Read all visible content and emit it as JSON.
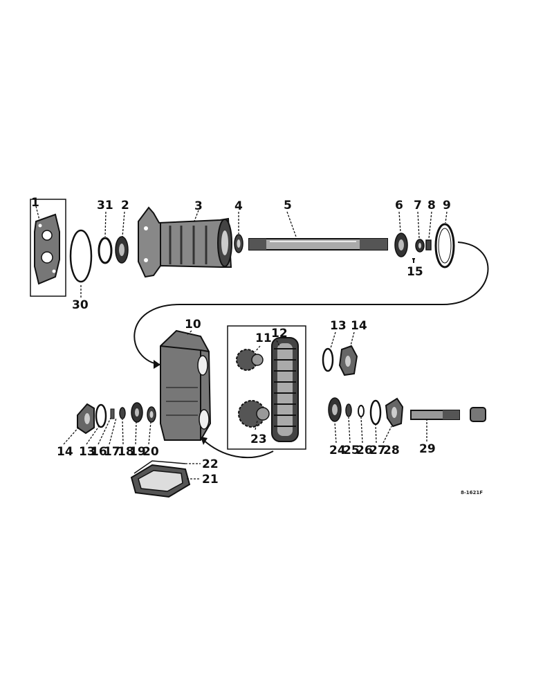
{
  "diagram": {
    "reference_code": "8-1621F",
    "callouts": {
      "c1": "1",
      "c2": "2",
      "c3": "3",
      "c4": "4",
      "c5": "5",
      "c6": "6",
      "c7": "7",
      "c8": "8",
      "c9": "9",
      "c10": "10",
      "c11": "11",
      "c12": "12",
      "c13a": "13",
      "c14a": "14",
      "c15": "15",
      "c30": "30",
      "c31": "31",
      "c14b": "14",
      "c13b": "13",
      "c16": "16",
      "c17": "17",
      "c18": "18",
      "c19": "19",
      "c20": "20",
      "c21": "21",
      "c22": "22",
      "c23": "23",
      "c24": "24",
      "c25": "25",
      "c26": "26",
      "c27": "27",
      "c28": "28",
      "c29": "29"
    }
  },
  "colors": {
    "ink": "#111111",
    "paper": "#ffffff",
    "shade": "#555555"
  }
}
